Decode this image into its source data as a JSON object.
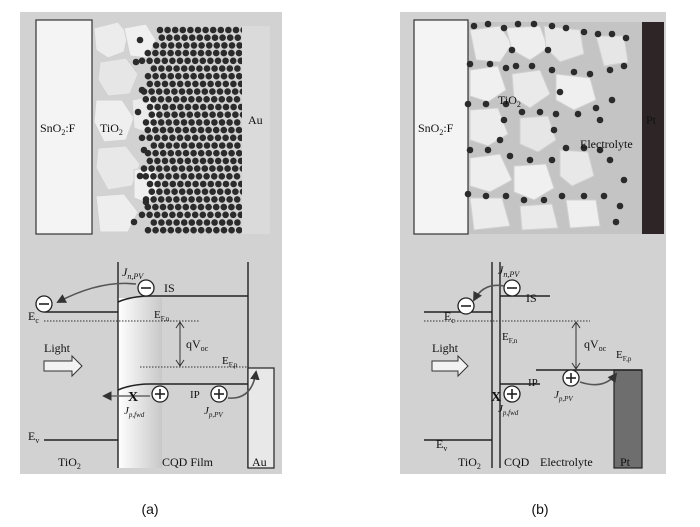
{
  "panel_a": {
    "top": {
      "sno2": "SnO",
      "sno2_sub": "2",
      "sno2_suffix": ":F",
      "tio2": "TiO",
      "tio2_sub": "2",
      "au": "Au"
    },
    "bottom": {
      "jn": "J",
      "jn_sub": "n,PV",
      "is": "IS",
      "ec": "E",
      "ec_sub": "c",
      "efn": "E",
      "efn_sub": "F,n",
      "qvoc": "qV",
      "qvoc_sub": "oc",
      "efp": "E",
      "efp_sub": "F,p",
      "light": "Light",
      "ip": "IP",
      "x": "X",
      "jpfwd": "J",
      "jpfwd_sub": "p,fwd",
      "jppv": "J",
      "jppv_sub": "p,PV",
      "ev": "E",
      "ev_sub": "v",
      "tio2": "TiO",
      "tio2_sub": "2",
      "cqd": "CQD Film",
      "au": "Au"
    },
    "caption": "(a)"
  },
  "panel_b": {
    "top": {
      "sno2": "SnO",
      "sno2_sub": "2",
      "sno2_suffix": ":F",
      "tio2": "TiO",
      "tio2_sub": "2",
      "electrolyte": "Electrolyte",
      "pt": "Pt"
    },
    "bottom": {
      "jn": "J",
      "jn_sub": "n,PV",
      "is": "IS",
      "ec": "E",
      "ec_sub": "c",
      "efn": "E",
      "efn_sub": "F,n",
      "qvoc": "qV",
      "qvoc_sub": "oc",
      "efp": "E",
      "efp_sub": "F,p",
      "light": "Light",
      "ip": "IP",
      "x": "X",
      "jpfwd": "J",
      "jpfwd_sub": "p,fwd",
      "jppv": "J",
      "jppv_sub": "p,PV",
      "ev": "E",
      "ev_sub": "v",
      "tio2": "TiO",
      "tio2_sub": "2",
      "cqd": "CQD",
      "electrolyte": "Electrolyte",
      "pt": "Pt"
    },
    "caption": "(b)"
  },
  "colors": {
    "panel_bg": "#d2d2d2",
    "cqd_dot": "#2b2b2b",
    "pt_electrode": "#2e2626",
    "pt_band": "#6e6e6e",
    "electrolyte": "#c4c4c4",
    "tio2_particle": "#ececec"
  }
}
